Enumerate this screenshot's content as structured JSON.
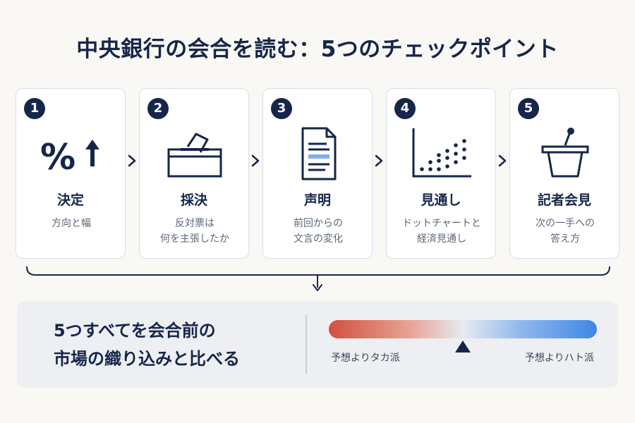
{
  "title": "中央銀行の会合を読む：5つのチェックポイント",
  "steps": [
    {
      "number": "1",
      "title": "決定",
      "desc_line1": "方向と幅",
      "desc_line2": "",
      "icon": "percent-up-icon"
    },
    {
      "number": "2",
      "title": "採決",
      "desc_line1": "反対票は",
      "desc_line2": "何を主張したか",
      "icon": "ballot-box-icon"
    },
    {
      "number": "3",
      "title": "声明",
      "desc_line1": "前回からの",
      "desc_line2": "文言の変化",
      "icon": "document-icon"
    },
    {
      "number": "4",
      "title": "見通し",
      "desc_line1": "ドットチャートと",
      "desc_line2": "経済見通し",
      "icon": "dot-chart-icon"
    },
    {
      "number": "5",
      "title": "記者会見",
      "desc_line1": "次の一手への",
      "desc_line2": "答え方",
      "icon": "podium-icon"
    }
  ],
  "summary": {
    "line1": "5つすべてを会合前の",
    "line2": "市場の織り込みと比べる"
  },
  "scale": {
    "left_label": "予想よりタカ派",
    "right_label": "予想よりハト派",
    "marker_position": 0.5,
    "left_color": "#d0513d",
    "right_color": "#3f87e6"
  },
  "colors": {
    "navy": "#16264a",
    "highlight": "#7fb0ea"
  }
}
